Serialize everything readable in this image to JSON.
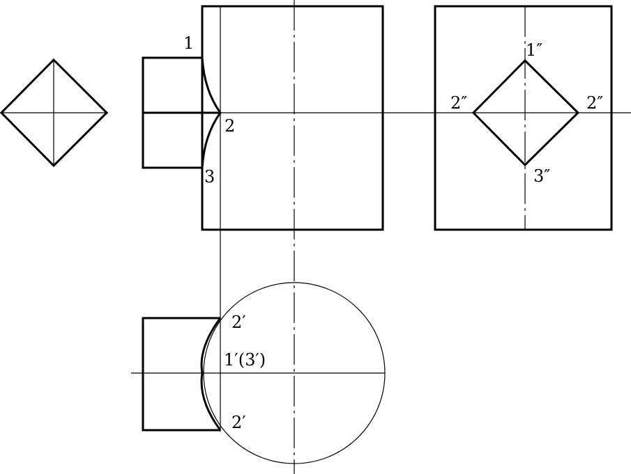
{
  "labels": {
    "front_1": "1",
    "front_2": "2",
    "front_3": "3",
    "side_1": "1″",
    "side_2_left": "2″",
    "side_2_right": "2″",
    "side_3": "3″",
    "top_2_upper": "2′",
    "top_13": "1′(3′)",
    "top_2_lower": "2′"
  },
  "colors": {
    "line": "#000000",
    "background": "#ffffff"
  }
}
